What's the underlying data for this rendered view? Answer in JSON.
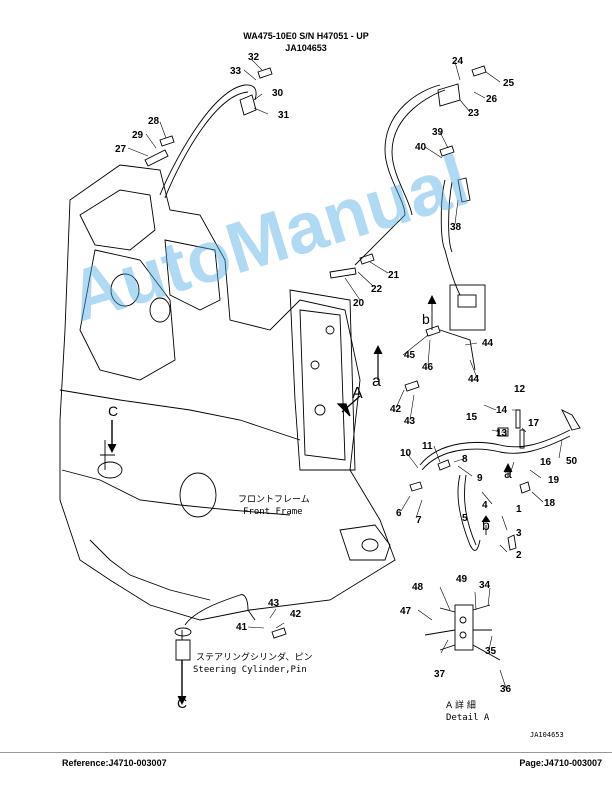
{
  "header": {
    "title": "WA475-10E0 S/N H47051 - UP",
    "code": "JA104653"
  },
  "watermark": "AutoManual",
  "labels": {
    "front_frame_jp": "フロントフレーム",
    "front_frame_en": "Front Frame",
    "steering_jp": "ステアリングシリンダ、ピン",
    "steering_en": "Steering Cylinder,Pin",
    "detail_jp": "A 詳 細",
    "detail_en": "Detail A",
    "drawing_code": "JA104653",
    "view_a": "A",
    "view_a_small": "a",
    "view_b": "b",
    "view_c": "C"
  },
  "callouts": [
    "1",
    "2",
    "3",
    "4",
    "5",
    "6",
    "7",
    "8",
    "9",
    "10",
    "11",
    "12",
    "13",
    "14",
    "15",
    "16",
    "17",
    "18",
    "19",
    "20",
    "21",
    "22",
    "23",
    "24",
    "25",
    "26",
    "27",
    "28",
    "29",
    "30",
    "31",
    "32",
    "33",
    "34",
    "35",
    "36",
    "37",
    "38",
    "39",
    "40",
    "41",
    "42",
    "42",
    "43",
    "43",
    "44",
    "44",
    "45",
    "46",
    "47",
    "48",
    "49",
    "50"
  ],
  "footer": {
    "reference": "Reference:J4710-003007",
    "page": "Page:J4710-003007"
  },
  "colors": {
    "watermark": "#50aae6",
    "line": "#000000"
  }
}
